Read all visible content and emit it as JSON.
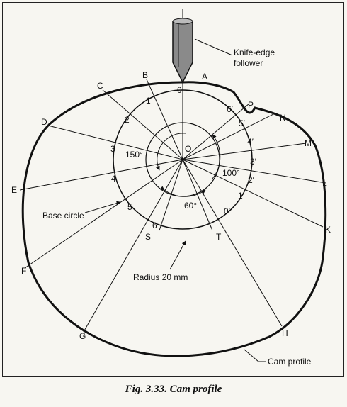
{
  "labels": {
    "knife_edge_1": "Knife-edge",
    "knife_edge_2": "follower",
    "centre": "O",
    "base_circle": "Base circle",
    "radius": "Radius 20 mm",
    "cam_profile": "Cam profile",
    "angle_150": "150°",
    "angle_60": "60°",
    "angle_100": "100°"
  },
  "outer_points": [
    "A",
    "B",
    "C",
    "D",
    "E",
    "F",
    "G",
    "S",
    "T",
    "H",
    "K",
    "L",
    "M",
    "N",
    "P"
  ],
  "rise_divisions": [
    "0",
    "1",
    "2",
    "3",
    "4",
    "5",
    "6"
  ],
  "return_divisions": [
    "0′",
    "1′",
    "2′",
    "3′",
    "4′",
    "5′",
    "6′"
  ],
  "caption": "Fig. 3.33. Cam profile"
}
